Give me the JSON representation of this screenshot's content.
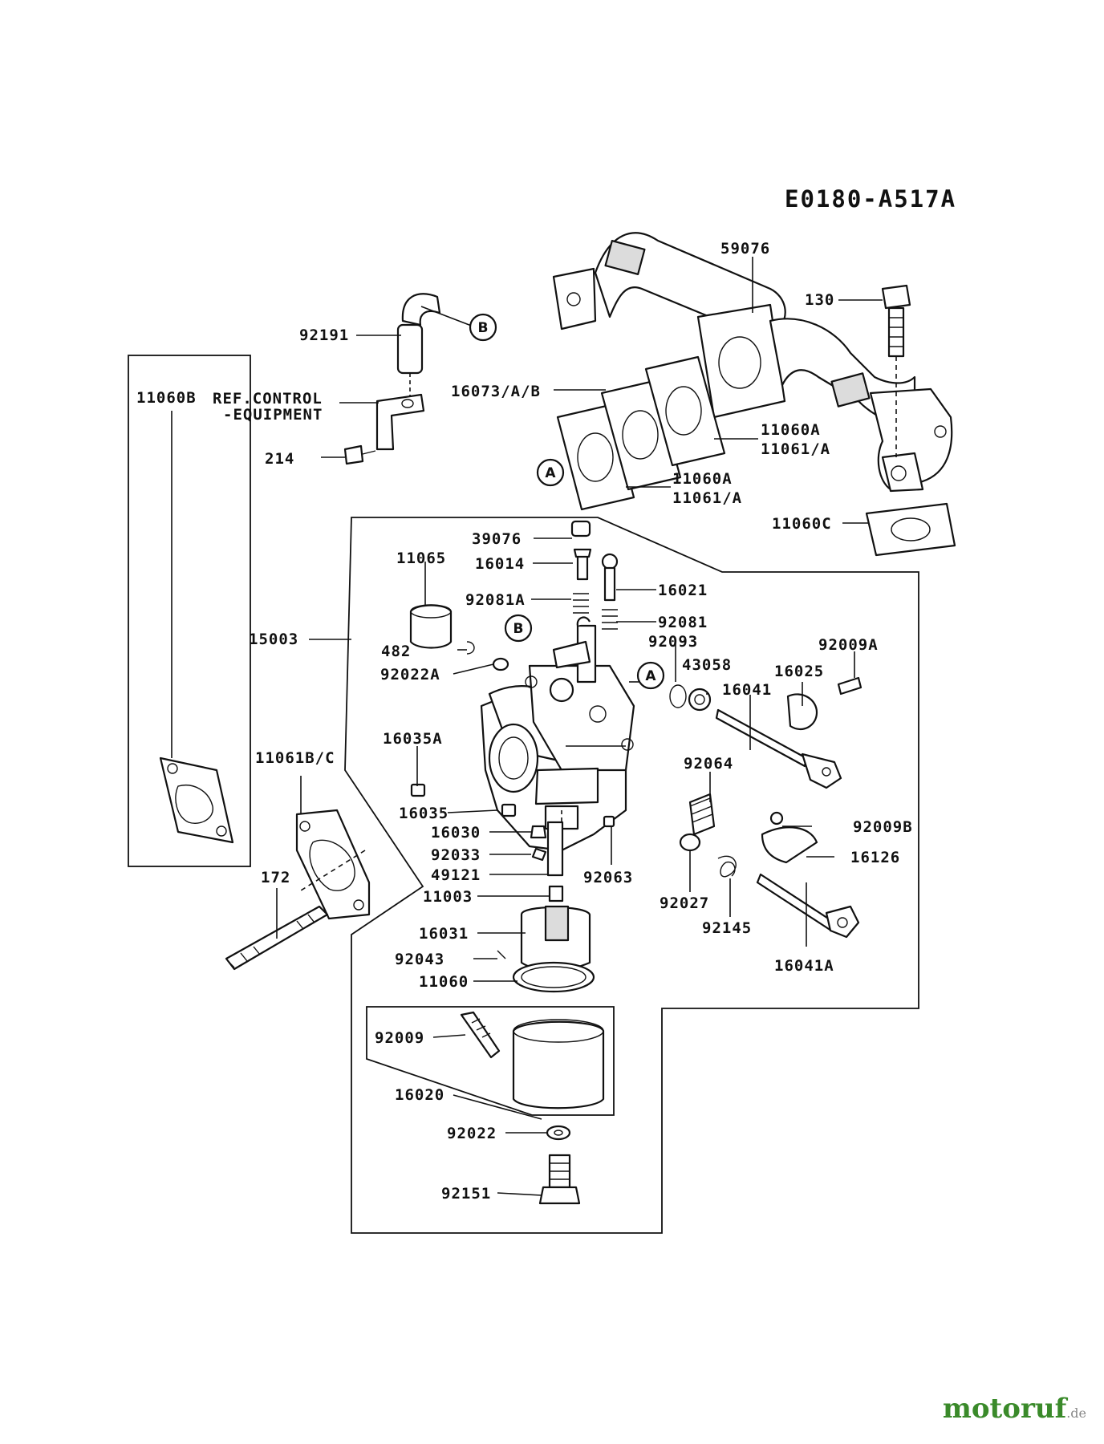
{
  "diagram_code": "E0180-A517A",
  "labels": {
    "p59076": "59076",
    "p130": "130",
    "p92191": "92191",
    "ref_control_1": "REF.CONTROL",
    "ref_control_2": "-EQUIPMENT",
    "p214": "214",
    "p16073": "16073/A/B",
    "p11060a_1": "11060A",
    "p11061a_1": "11061/A",
    "p11060a_2": "11060A",
    "p11061a_2": "11061/A",
    "p11060c": "11060C",
    "p39076": "39076",
    "p11065": "11065",
    "p16014": "16014",
    "p16021": "16021",
    "p92081a": "92081A",
    "p92081": "92081",
    "p15003": "15003",
    "p482": "482",
    "p92093": "92093",
    "p92009a": "92009A",
    "p92022a": "92022A",
    "p43058": "43058",
    "p16025": "16025",
    "p16041": "16041",
    "p11060b": "11060B",
    "p16035a": "16035A",
    "p11061bc": "11061B/C",
    "p92064": "92064",
    "p16035": "16035",
    "p16030": "16030",
    "p92009b": "92009B",
    "p92033": "92033",
    "p16126": "16126",
    "p172": "172",
    "p49121": "49121",
    "p92063": "92063",
    "p11003": "11003",
    "p92027": "92027",
    "p92145": "92145",
    "p16031": "16031",
    "p92043": "92043",
    "p16041a": "16041A",
    "p11060": "11060",
    "p92009": "92009",
    "p16020": "16020",
    "p92022": "92022",
    "p92151": "92151"
  },
  "callouts": {
    "a": "A",
    "b": "B"
  },
  "watermark": {
    "brand": "motoruf",
    "tld": ".de"
  }
}
